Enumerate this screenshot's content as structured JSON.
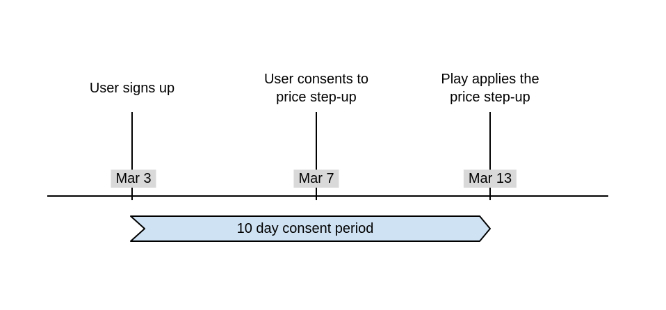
{
  "diagram": {
    "events": [
      {
        "label": "User signs up",
        "date": "Mar 3"
      },
      {
        "label": "User consents to\nprice step-up",
        "date": "Mar 7"
      },
      {
        "label": "Play applies the\nprice step-up",
        "date": "Mar 13"
      }
    ],
    "consent_period": {
      "label": "10 day consent period"
    },
    "colors": {
      "background": "#ffffff",
      "line": "#000000",
      "text": "#000000",
      "date_bg": "#d9d9d9",
      "banner_fill": "#cfe2f3",
      "banner_border": "#000000"
    }
  }
}
